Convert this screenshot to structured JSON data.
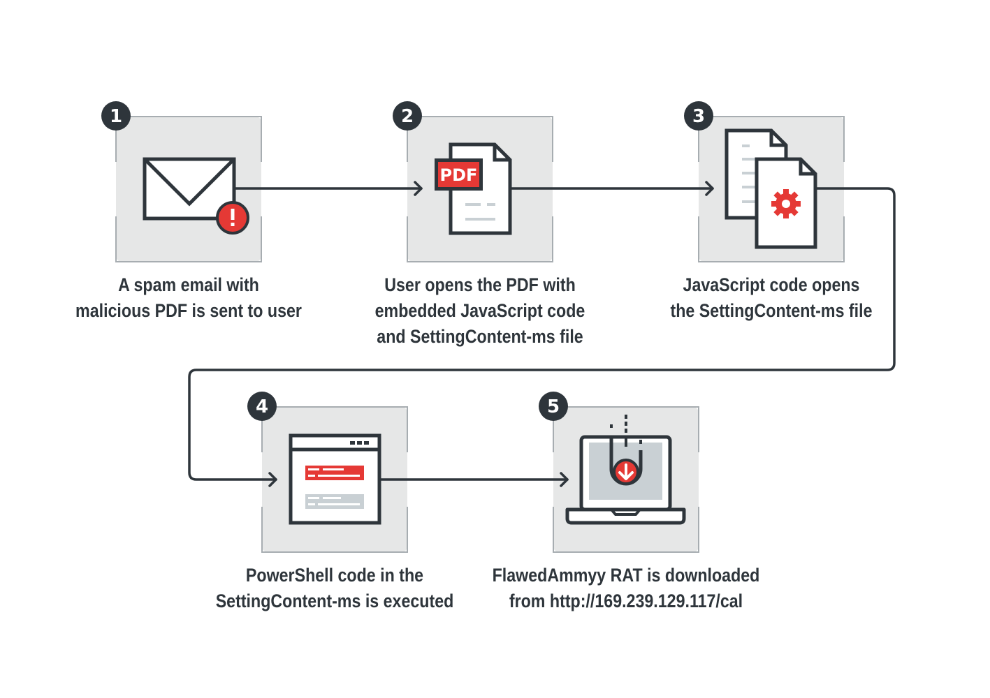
{
  "colors": {
    "dark": "#2e353b",
    "accent": "#e53935",
    "panel": "#e6e7e7",
    "panel_border": "#a7adb1",
    "light": "#c9d0d4",
    "white": "#ffffff"
  },
  "steps": [
    {
      "number": "1",
      "icon": "envelope-alert-icon",
      "caption": [
        "A spam email with",
        "malicious PDF is sent to user"
      ]
    },
    {
      "number": "2",
      "icon": "pdf-document-icon",
      "icon_label": "PDF",
      "caption": [
        "User opens the PDF with",
        "embedded JavaScript code",
        "and SettingContent-ms file"
      ]
    },
    {
      "number": "3",
      "icon": "settings-file-icon",
      "caption": [
        "JavaScript code opens",
        "the SettingContent-ms file"
      ]
    },
    {
      "number": "4",
      "icon": "powershell-window-icon",
      "caption": [
        "PowerShell code in the",
        "SettingContent-ms is executed"
      ]
    },
    {
      "number": "5",
      "icon": "laptop-download-icon",
      "caption": [
        "FlawedAmmyy RAT is downloaded",
        "from http://169.239.129.117/cal"
      ]
    }
  ]
}
